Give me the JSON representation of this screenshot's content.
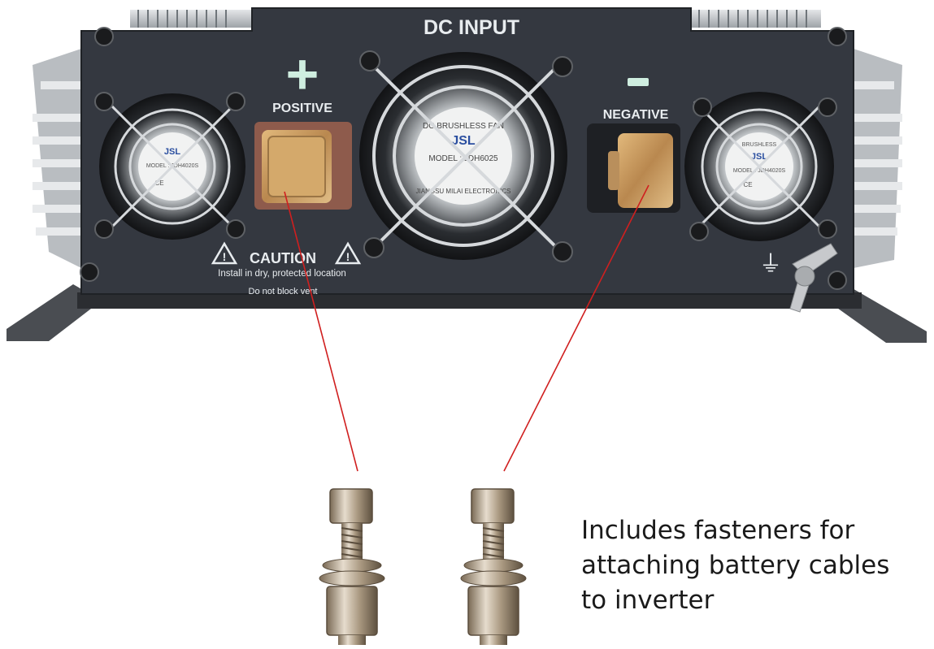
{
  "panel": {
    "title": "DC INPUT",
    "positive_symbol": "+",
    "positive_label": "POSITIVE",
    "negative_label": "NEGATIVE",
    "ground_symbol": "⏚"
  },
  "caution": {
    "heading": "CAUTION",
    "line1": "Install in dry, protected location",
    "line2": "Do not block vent"
  },
  "fans": {
    "large_brand_text": "DC BRUSHLESS FAN",
    "large_model_text": "MODEL : JDH6025",
    "large_maker_text": "JIANGSU MILAI ELECTRONICS",
    "small_brand_text": "BRUSHLESS",
    "small_model_text": "MODEL : JDH4020S",
    "small_ce_text": "CE",
    "logo_text": "JSL"
  },
  "caption": {
    "text": "Includes fasteners for attaching battery cables to inverter"
  },
  "colors": {
    "panel": "#343840",
    "label_text": "#e8ecef",
    "positive_symbol": "#cfeee0",
    "positive_pad": "#8e5b4c",
    "negative_pad": "#1e2024",
    "copper": "#c89a5f",
    "pointer_line": "#d01f1f",
    "heatsink": "#c9ccd0"
  }
}
